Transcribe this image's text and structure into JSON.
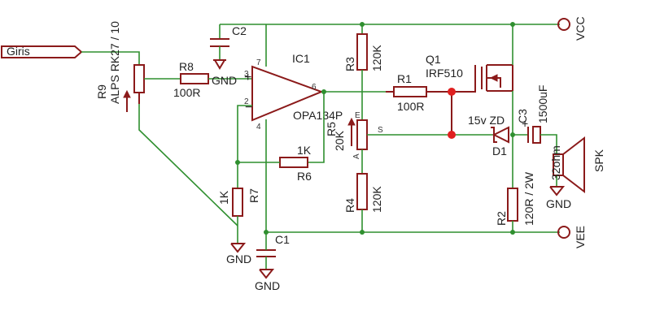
{
  "colors": {
    "wire": "#2f8f2f",
    "symbol": "#8b1a1a",
    "text": "#222222",
    "highlight_node": "#e02020"
  },
  "input": {
    "label": "Giris"
  },
  "rails": {
    "vcc": "VCC",
    "vee": "VEE"
  },
  "components": {
    "r9": {
      "name": "R9",
      "value": "ALPS RK27 / 10"
    },
    "r8": {
      "name": "R8",
      "value": "100R"
    },
    "c2": {
      "name": "C2"
    },
    "ic1": {
      "name": "IC1",
      "value": "OPA134P",
      "pins": [
        "7",
        "3",
        "2",
        "6",
        "4"
      ]
    },
    "r3": {
      "name": "R3",
      "value": "120K"
    },
    "r4": {
      "name": "R4",
      "value": "120K"
    },
    "r5": {
      "name": "R5",
      "value": "20K",
      "pins": [
        "E",
        "S",
        "A"
      ]
    },
    "r1": {
      "name": "R1",
      "value": "100R"
    },
    "q1": {
      "name": "Q1",
      "value": "IRF510"
    },
    "r6": {
      "name": "R6",
      "value": "1K"
    },
    "r7": {
      "name": "R7",
      "value": "1K"
    },
    "c1": {
      "name": "C1"
    },
    "d1": {
      "name": "D1",
      "value": "15v ZD"
    },
    "c3": {
      "name": "C3",
      "value": "1500uF"
    },
    "r2": {
      "name": "R2",
      "value": "120R / 2W"
    },
    "spk": {
      "name": "SPK",
      "value": "32ohm"
    }
  },
  "gnd_label": "GND",
  "polarity_plus": "+"
}
